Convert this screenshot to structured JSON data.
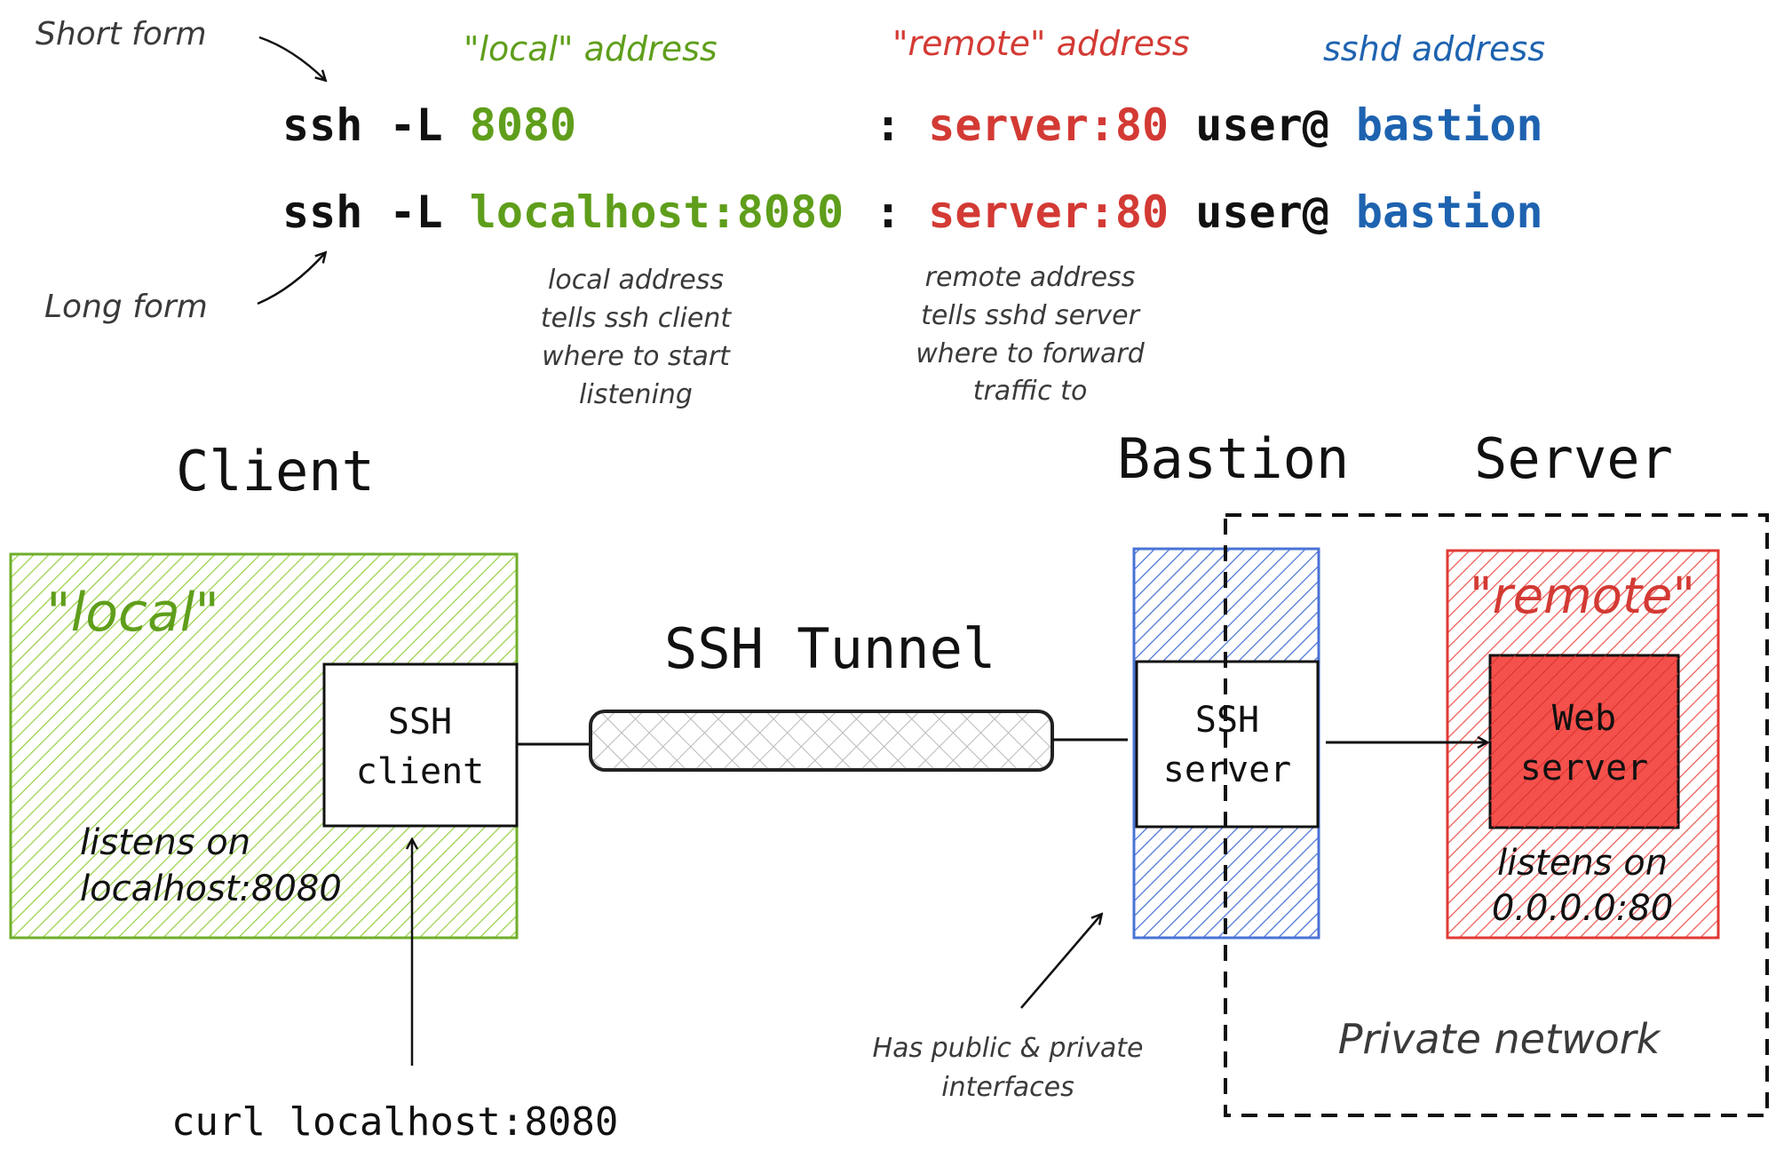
{
  "colors": {
    "local": "#5f9e1b",
    "remote": "#d33a34",
    "sshd": "#1e63b0",
    "text": "#111111",
    "note": "#3a3a3a",
    "local_fill": "#9bd04a",
    "bastion_fill": "#4a73d6",
    "remote_fill": "#ec5a55",
    "web_server_fill": "#f4504c"
  },
  "annotations": {
    "short_form": "Short form",
    "long_form": "Long form",
    "local_address_head": "\"local\" address",
    "remote_address_head": "\"remote\" address",
    "sshd_address_head": "sshd address",
    "local_note": [
      "local address",
      "tells ssh client",
      "where to start",
      "listening"
    ],
    "remote_note": [
      "remote address",
      "tells sshd server",
      "where to forward",
      "traffic to"
    ],
    "bastion_note": [
      "Has public & private",
      "interfaces"
    ]
  },
  "commands": {
    "short": {
      "prefix": "ssh -L ",
      "local": "8080",
      "colon": ":",
      "remote": "server:80",
      "user": " user@",
      "host": "bastion"
    },
    "long": {
      "prefix": "ssh -L ",
      "local": "localhost:8080",
      "colon": ":",
      "remote": "server:80",
      "user": " user@",
      "host": "bastion"
    }
  },
  "diagram": {
    "client_title": "Client",
    "bastion_title": "Bastion",
    "server_title": "Server",
    "tunnel_label": "SSH Tunnel",
    "local_zone_label": "\"local\"",
    "remote_zone_label": "\"remote\"",
    "ssh_client": [
      "SSH",
      "client"
    ],
    "ssh_server": [
      "SSH",
      "server"
    ],
    "web_server": [
      "Web",
      "server"
    ],
    "client_listen": [
      "listens on",
      "localhost:8080"
    ],
    "server_listen": [
      "listens on",
      "0.0.0.0:80"
    ],
    "private_network": "Private network",
    "curl_command": "curl localhost:8080"
  }
}
